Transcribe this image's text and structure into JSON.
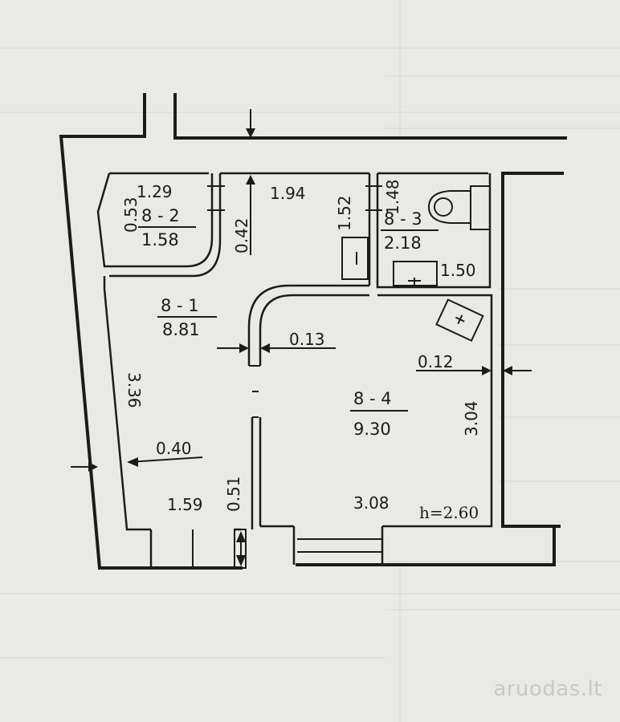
{
  "rooms": {
    "r81": {
      "id": "8 - 1",
      "area": "8.81"
    },
    "r82": {
      "id": "8 - 2",
      "area": "1.58"
    },
    "r83": {
      "id": "8 - 3",
      "area": "2.18"
    },
    "r84": {
      "id": "8 - 4",
      "area": "9.30"
    }
  },
  "dims": {
    "d053": "0.53",
    "d129": "1.29",
    "d042": "0.42",
    "d194": "1.94",
    "d152": "1.52",
    "d148": "1.48",
    "d150": "1.50",
    "d013": "0.13",
    "d012": "0.12",
    "d336": "3.36",
    "d040": "0.40",
    "d304": "3.04",
    "d159": "1.59",
    "d051": "0.51",
    "d308": "3.08"
  },
  "height_label": "h=2.60",
  "watermark": "aruodas.lt"
}
